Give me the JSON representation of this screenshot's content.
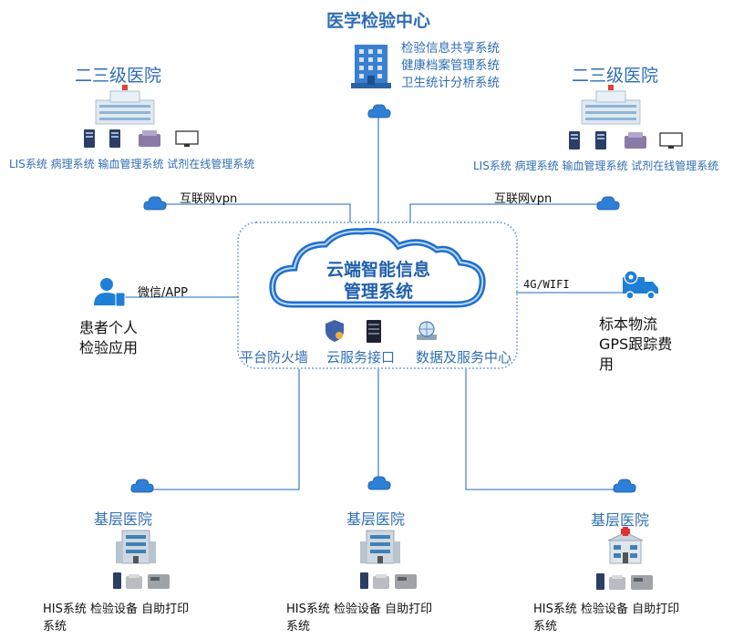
{
  "center": {
    "title": "医学检验中心",
    "systems": [
      "检验信息共享系统",
      "健康档案管理系统",
      "卫生统计分析系统"
    ]
  },
  "left_hospital": {
    "title": "二三级医院",
    "systems_label": "LIS系统  病理系统  输血管理系统  试剂在线管理系统",
    "link_label": "互联网vpn"
  },
  "right_hospital": {
    "title": "二三级医院",
    "systems_label": "LIS系统  病理系统  输血管理系统  试剂在线管理系统",
    "link_label": "互联网vpn"
  },
  "cloud": {
    "title_line1": "云端智能信息",
    "title_line2": "管理系统",
    "modules": [
      "平台防火墙",
      "云服务接口",
      "数据及服务中心"
    ]
  },
  "patient": {
    "link_label": "微信/APP",
    "line1": "患者个人",
    "line2": "检验应用"
  },
  "logistics": {
    "link_label": "4G/WIFI",
    "line1": "标本物流",
    "line2": "GPS跟踪费",
    "line3": "用"
  },
  "primary_hospitals": [
    {
      "title": "基层医院",
      "systems_line1": "HIS系统  检验设备  自助打印",
      "systems_line2": "系统"
    },
    {
      "title": "基层医院",
      "systems_line1": "HIS系统  检验设备  自助打印",
      "systems_line2": "系统"
    },
    {
      "title": "基层医院",
      "systems_line1": "HIS系统  检验设备  自助打印",
      "systems_line2": "系统"
    }
  ],
  "colors": {
    "accent": "#2f6db5",
    "line": "#4b86c5",
    "cloud": "#2e7fd6"
  },
  "icons": [
    "building-icon",
    "hospital-icon",
    "server-icon",
    "cabinet-icon",
    "monitor-icon",
    "small-cloud-icon",
    "user-icon",
    "truck-icon",
    "shield-icon",
    "globe-icon",
    "printer-icon"
  ]
}
